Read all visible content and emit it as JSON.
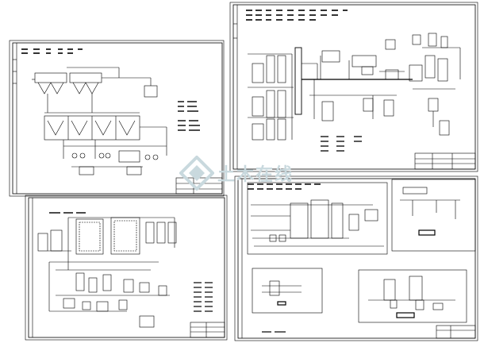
{
  "image": {
    "description_free": true,
    "sheets": [
      {
        "id": "sheet-top-left"
      },
      {
        "id": "sheet-top-right"
      },
      {
        "id": "sheet-bottom-left"
      },
      {
        "id": "sheet-bottom-right"
      }
    ]
  },
  "watermark": {
    "text": "土木在线",
    "icon": "diamond-logo-icon",
    "color": "#c9d9de"
  },
  "colors": {
    "line": "#000000",
    "background": "#ffffff"
  }
}
